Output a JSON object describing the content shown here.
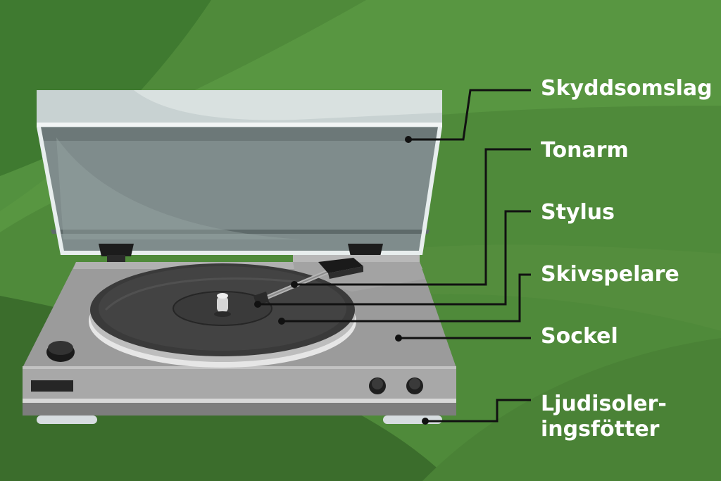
{
  "labels": {
    "dust_cover": "Skyddsomslag",
    "tonearm": "Tonarm",
    "stylus": "Stylus",
    "platter": "Skivspelare",
    "plinth": "Sockel",
    "feet_line1": "Ljudisoler-",
    "feet_line2": "ingsfötter"
  },
  "colors": {
    "background": "#4f8a3a",
    "label_text": "#ffffff",
    "leader_line": "#111111"
  }
}
